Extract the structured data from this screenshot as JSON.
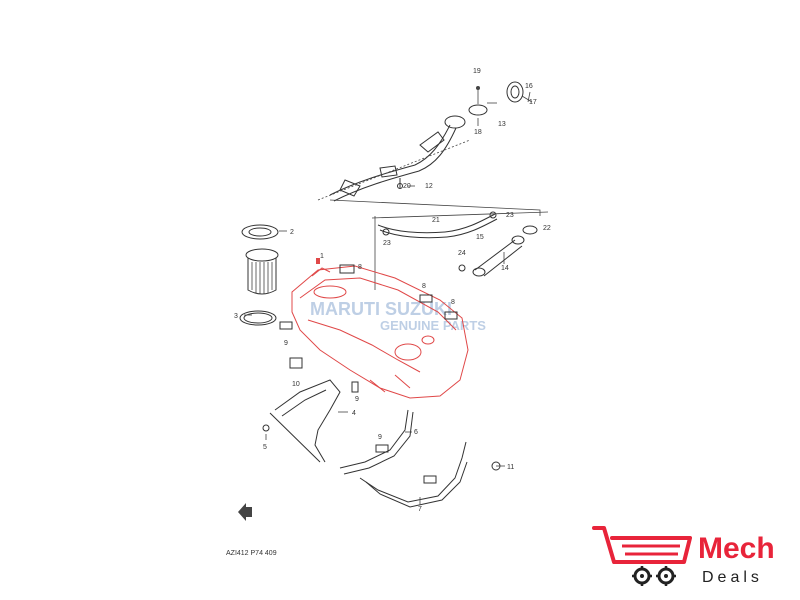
{
  "diagram": {
    "code": "AZI412 P74 409",
    "watermark": {
      "line1": "MARUTI SUZUKI",
      "line2": "GENUINE PARTS"
    },
    "callouts": [
      "1",
      "2",
      "3",
      "4",
      "5",
      "6",
      "7",
      "8",
      "8",
      "8",
      "9",
      "9",
      "9",
      "10",
      "11",
      "12",
      "13",
      "14",
      "15",
      "16",
      "17",
      "18",
      "19",
      "20",
      "21",
      "22",
      "23",
      "23",
      "24"
    ]
  },
  "brand": {
    "word1": "Mech",
    "word2": "Deals",
    "color": "#e8243a",
    "dark": "#222222"
  }
}
